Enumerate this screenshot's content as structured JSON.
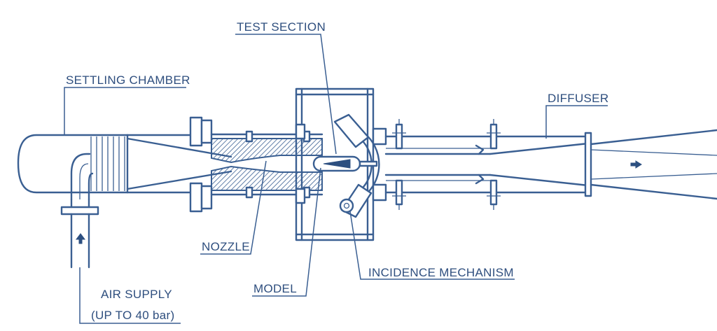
{
  "labels": {
    "test_section": "TEST SECTION",
    "settling_chamber": "SETTLING CHAMBER",
    "diffuser": "DIFFUSER",
    "nozzle": "NOZZLE",
    "incidence_mechanism": "INCIDENCE MECHANISM",
    "model": "MODEL",
    "air_supply": "AIR SUPPLY",
    "air_supply_pressure": "(UP TO 40 bar)"
  },
  "colors": {
    "line": "#3a5f92",
    "text": "#2e4e7e",
    "background": "#ffffff"
  }
}
